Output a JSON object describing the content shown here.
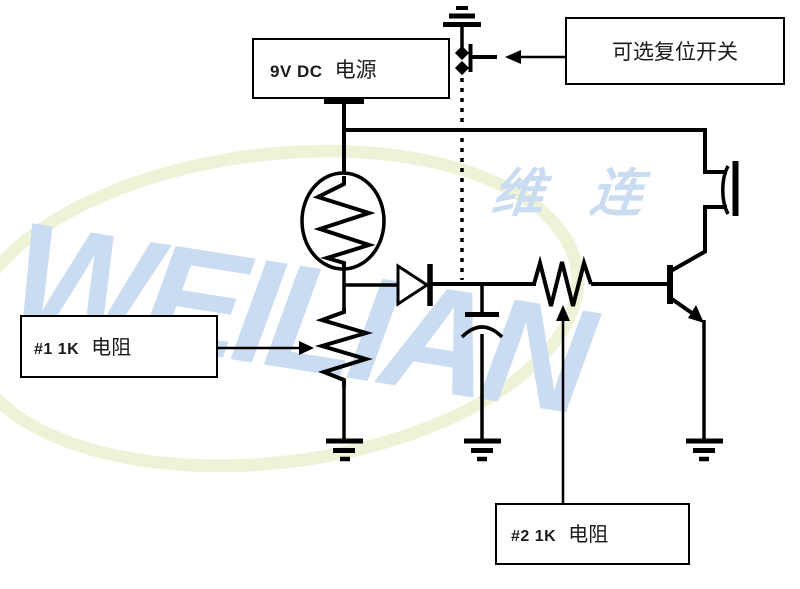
{
  "page": {
    "background": "#ffffff",
    "ink": "#000000"
  },
  "watermark": {
    "brand": "WEILIAN",
    "brand_cn": "维 连",
    "blue": "#cadcf1",
    "green": "#eef3d8"
  },
  "labels": {
    "power_en": "9V DC",
    "power_cn": "电源",
    "reset": "可选复位开关",
    "r1_num": "#1 1K",
    "r1_cn": "电阻",
    "r2_num": "#2 1K",
    "r2_cn": "电阻"
  },
  "components": [
    "ground-top-icon",
    "reset-pushbutton-switch-icon",
    "dotted-connection-line",
    "power-supply-box",
    "main-bus-wire",
    "photocell-icon",
    "diode-icon",
    "capacitor-icon",
    "resistor-1-icon",
    "resistor-2-icon",
    "npn-transistor-icon",
    "speaker-icon",
    "ground-left-icon",
    "ground-middle-icon",
    "ground-right-icon"
  ]
}
